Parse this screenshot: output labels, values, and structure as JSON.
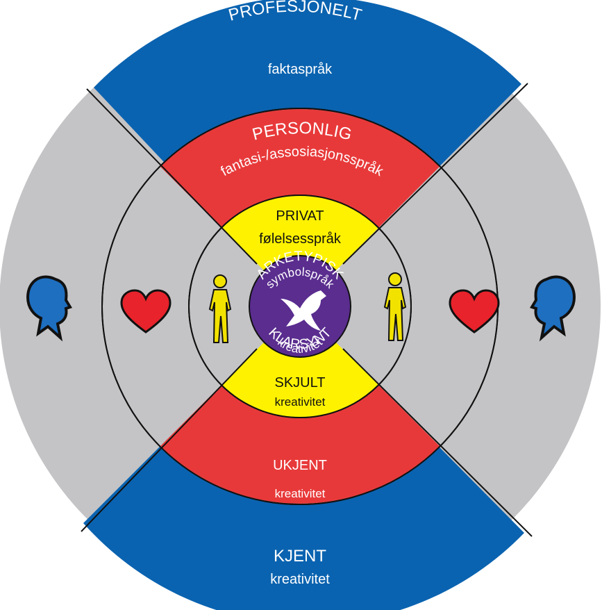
{
  "colors": {
    "background": "#ffffff",
    "outer_ring": "#0a63b0",
    "middle_ring": "#e8393a",
    "inner_ring": "#fff200",
    "side_gray": "#c4c4c6",
    "center": "#5a2d8f",
    "outline": "#111111",
    "heart": "#e8232b",
    "person": "#f2e200",
    "head": "#1e6fc0"
  },
  "rings": {
    "outer": {
      "top_title": "PROFESJONELT",
      "top_subtitle": "faktaspråk",
      "bottom_title": "KJENT",
      "bottom_subtitle": "kreativitet"
    },
    "middle": {
      "top_title": "PERSONLIG",
      "top_subtitle": "fantasi-/assosiasjonsspråk",
      "bottom_title": "UKJENT",
      "bottom_subtitle": "kreativitet"
    },
    "inner": {
      "top_title": "PRIVAT",
      "top_subtitle": "følelsesspråk",
      "bottom_title": "SKJULT",
      "bottom_subtitle": "kreativitet"
    },
    "center": {
      "top_title": "ARKETYPISK",
      "top_subtitle": "symbolspråk",
      "bottom_title": "KLARSYNT",
      "bottom_subtitle": "kreativitet"
    }
  },
  "icons": {
    "outer_sides": "head-profile-icon",
    "middle_sides": "heart-icon",
    "inner_sides": "person-figure-icon",
    "center": "dove-icon"
  }
}
